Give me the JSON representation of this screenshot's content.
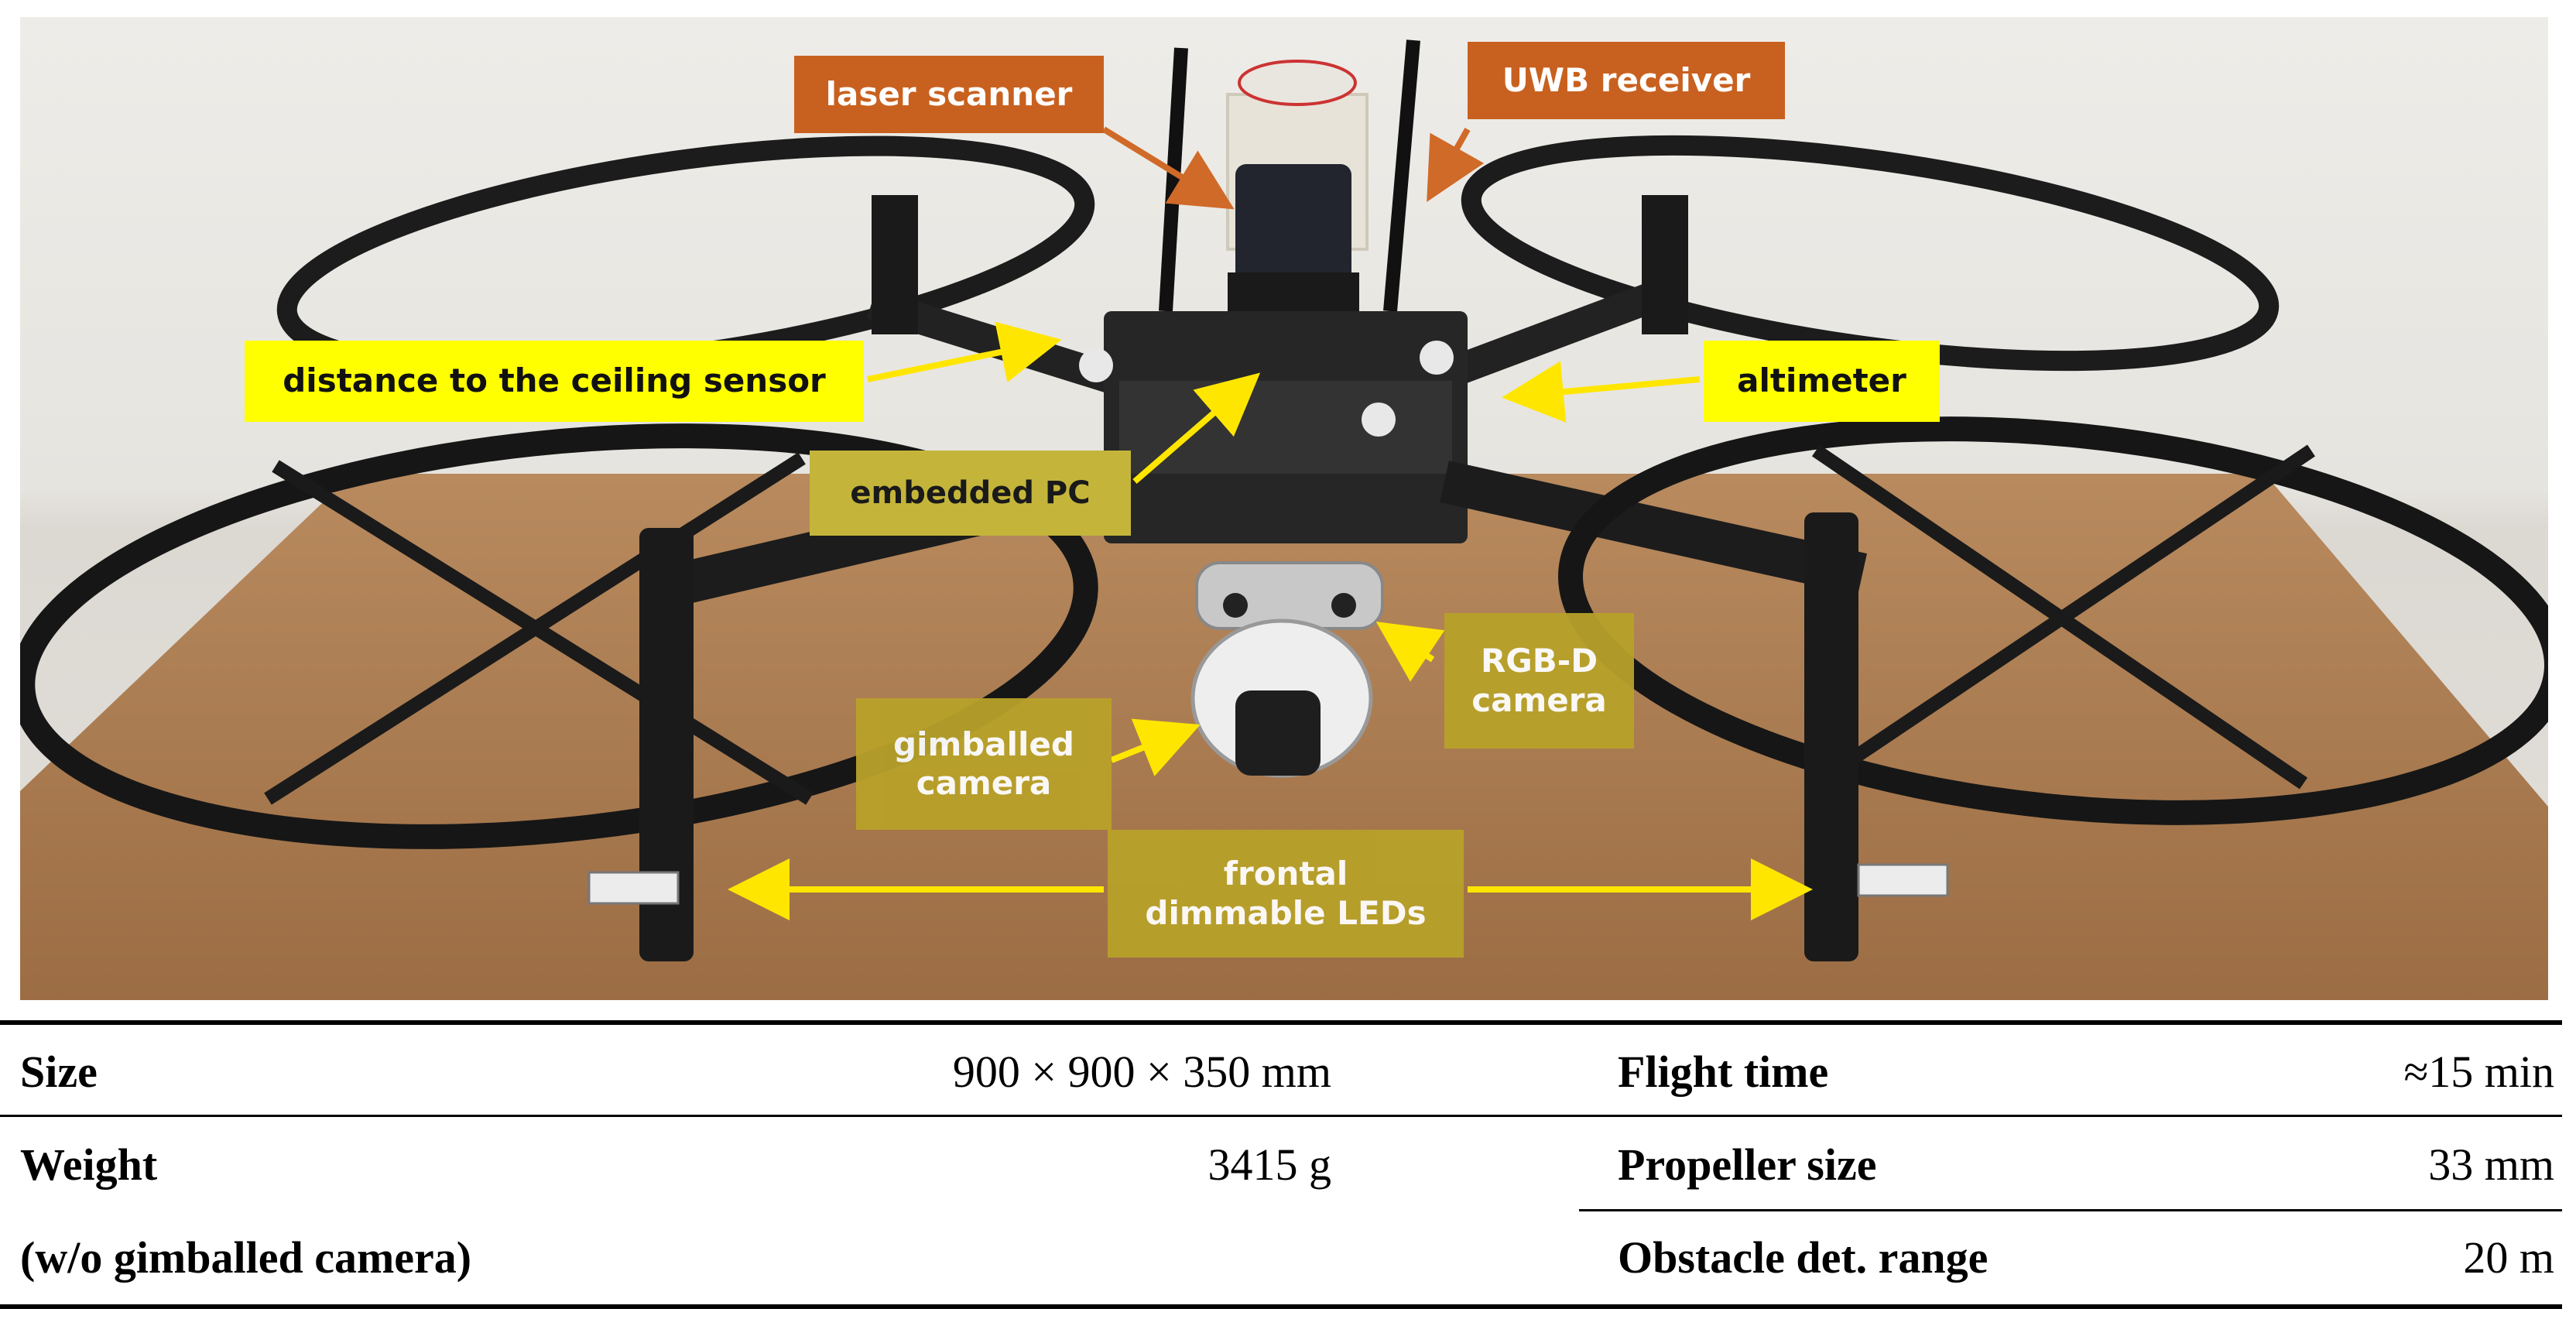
{
  "callouts": {
    "laser_scanner": "laser scanner",
    "uwb_receiver": "UWB receiver",
    "ceiling_sensor": "distance to the ceiling sensor",
    "altimeter": "altimeter",
    "embedded_pc": "embedded PC",
    "rgbd_camera_line1": "RGB-D",
    "rgbd_camera_line2": "camera",
    "gimballed_camera_line1": "gimballed",
    "gimballed_camera_line2": "camera",
    "leds_line1": "frontal",
    "leds_line2": "dimmable LEDs"
  },
  "specs": {
    "left": [
      {
        "label": "Size",
        "value": "900 × 900 × 350 mm"
      },
      {
        "label": "Weight",
        "value": "3415 g"
      },
      {
        "label": "(w/o gimballed camera)",
        "value": ""
      }
    ],
    "right": [
      {
        "label": "Flight time",
        "value": "≈15 min"
      },
      {
        "label": "Propeller size",
        "value": "33 mm"
      },
      {
        "label": "Obstacle det. range",
        "value": "20 m"
      }
    ]
  },
  "colors": {
    "label_yellow": "#ffff00",
    "label_olive": "#b8a12a",
    "label_orange": "#c8611f",
    "arrow_yellow": "#ffe600",
    "arrow_orange": "#d06a28",
    "table_rules": "#000000"
  },
  "icons": {
    "drone": "quadcopter-drone-photo"
  }
}
